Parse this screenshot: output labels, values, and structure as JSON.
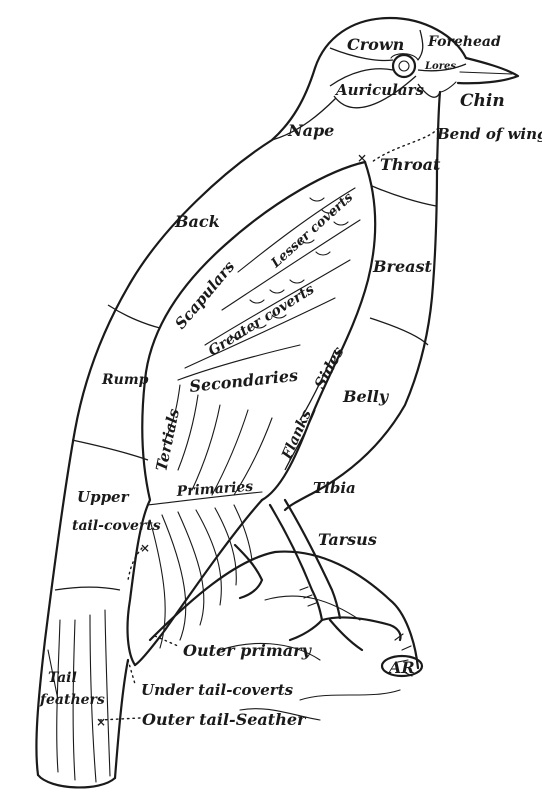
{
  "labels": {
    "crown": "Crown",
    "forehead": "Forehead",
    "lores": "Lores",
    "auriculars": "Auriculars",
    "chin": "Chin",
    "nape": "Nape",
    "bend_of_wing": "Bend of wing",
    "throat": "Throat",
    "back": "Back",
    "lesser_coverts": "Lesser coverts",
    "scapulars": "Scapulars",
    "greater_coverts": "Greater coverts",
    "breast": "Breast",
    "rump": "Rump",
    "secondaries": "Secondaries",
    "sides": "Sides",
    "belly": "Belly",
    "tertials": "Tertials",
    "flanks": "Flanks",
    "primaries": "Primaries",
    "tibia": "Tibia",
    "upper_tail_coverts_1": "Upper",
    "upper_tail_coverts_2": "tail-coverts",
    "tarsus": "Tarsus",
    "outer_primary": "Outer primary",
    "tail_feathers_1": "Tail",
    "tail_feathers_2": "feathers",
    "under_tail_coverts": "Under tail-coverts",
    "outer_tail_feather": "Outer tail-Seather"
  },
  "signature": "AR"
}
